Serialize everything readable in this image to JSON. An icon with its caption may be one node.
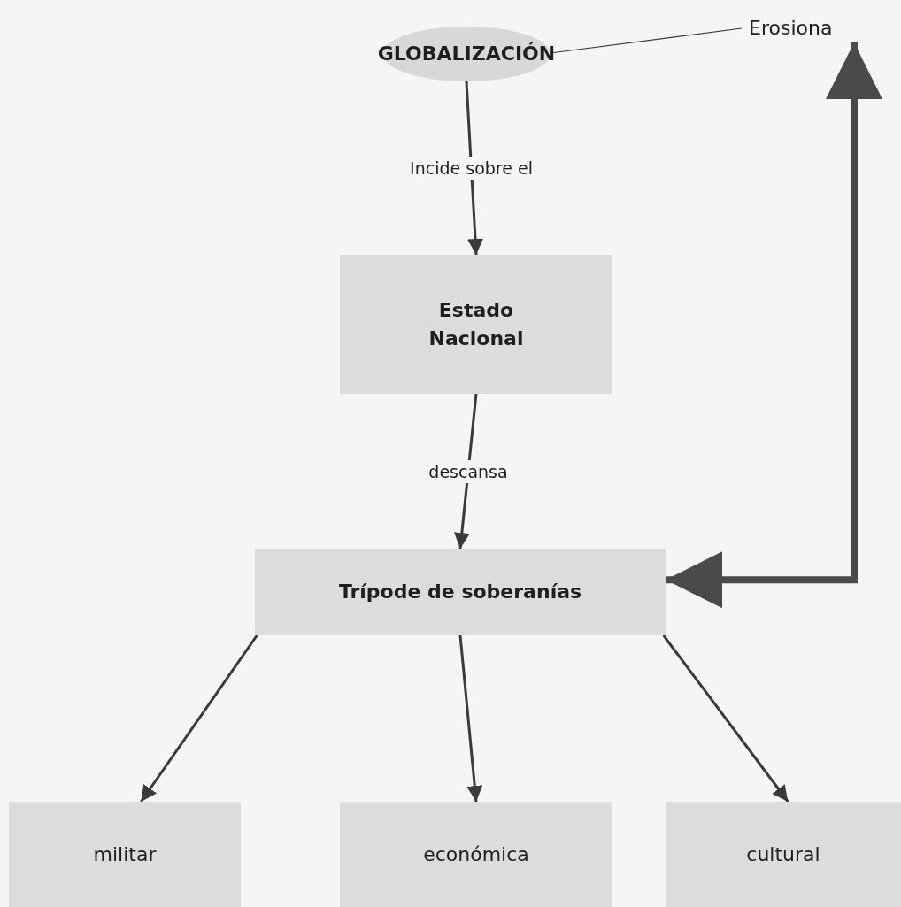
{
  "diagram": {
    "nodes": [
      {
        "text": [
          "GLOBALIZACIÓN"
        ]
      },
      {
        "text": [
          "Erosiona"
        ]
      },
      {
        "text": [
          "Estado Nacional"
        ]
      },
      {
        "text": [
          "Trípode de soberanías"
        ]
      },
      {
        "text": [
          "militar"
        ]
      },
      {
        "text": [
          "económica"
        ]
      },
      {
        "text": [
          "cultural"
        ]
      }
    ],
    "edges": [
      {
        "from": 0,
        "to": 1,
        "arrow": "none"
      },
      {
        "from": 0,
        "to": 2,
        "arrow": "to",
        "label": "Incide sobre el"
      },
      {
        "from": 2,
        "to": 3,
        "arrow": "to",
        "label": "descansa"
      },
      {
        "from": 3,
        "to": 1,
        "arrow": "both",
        "style": "thick"
      },
      {
        "from": 3,
        "to": 4,
        "arrow": "to"
      },
      {
        "from": 3,
        "to": 5,
        "arrow": "to"
      },
      {
        "from": 3,
        "to": 6,
        "arrow": "to"
      }
    ]
  }
}
